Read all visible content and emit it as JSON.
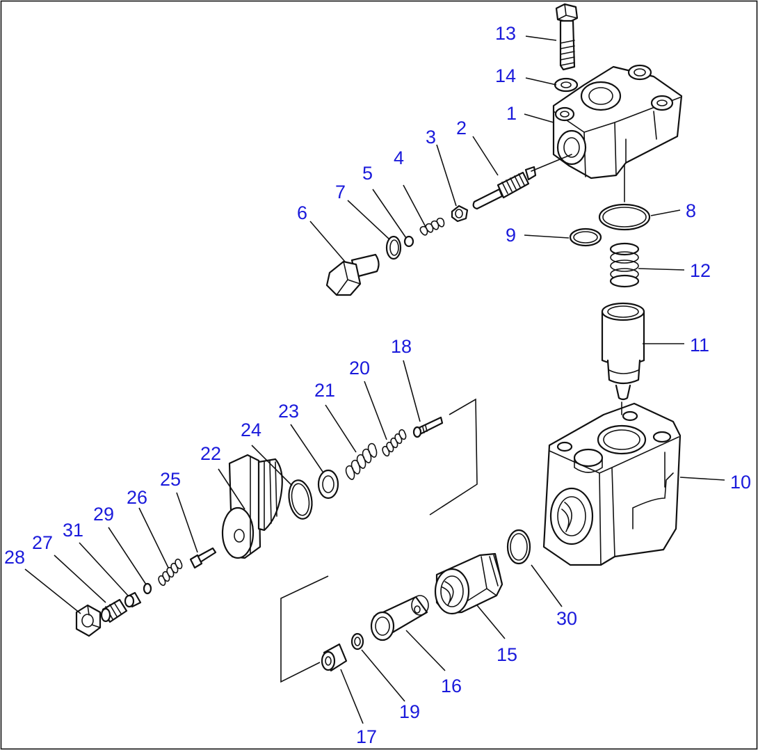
{
  "colors": {
    "label": "#1a1adb",
    "line": "#111111",
    "background": "#ffffff"
  },
  "labels": {
    "l1": "1",
    "l2": "2",
    "l3": "3",
    "l4": "4",
    "l5": "5",
    "l6": "6",
    "l7": "7",
    "l8": "8",
    "l9": "9",
    "l10": "10",
    "l11": "11",
    "l12": "12",
    "l13": "13",
    "l14": "14",
    "l15": "15",
    "l16": "16",
    "l17": "17",
    "l18": "18",
    "l19": "19",
    "l20": "20",
    "l21": "21",
    "l22": "22",
    "l23": "23",
    "l24": "24",
    "l25": "25",
    "l26": "26",
    "l27": "27",
    "l28": "28",
    "l29": "29",
    "l30": "30",
    "l31": "31"
  }
}
